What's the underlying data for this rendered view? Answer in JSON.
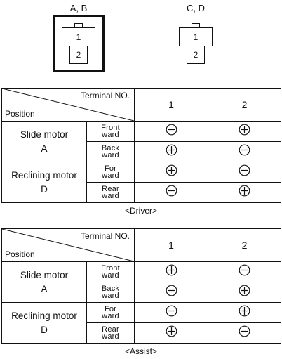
{
  "connectors": [
    {
      "label": "A, B",
      "pin_top": "1",
      "pin_bottom": "2",
      "highlighted": true
    },
    {
      "label": "C, D",
      "pin_top": "1",
      "pin_bottom": "2",
      "highlighted": false
    }
  ],
  "tables": [
    {
      "caption": "<Driver>",
      "header": {
        "terminal": "Terminal NO.",
        "position": "Position",
        "col1": "1",
        "col2": "2"
      },
      "groups": [
        {
          "motor_line1": "Slide motor",
          "motor_line2": "A",
          "rows": [
            {
              "dir_line1": "Front",
              "dir_line2": "ward",
              "t1": "minus",
              "t2": "plus"
            },
            {
              "dir_line1": "Back",
              "dir_line2": "ward",
              "t1": "plus",
              "t2": "minus"
            }
          ]
        },
        {
          "motor_line1": "Reclining motor",
          "motor_line2": "D",
          "rows": [
            {
              "dir_line1": "For",
              "dir_line2": "ward",
              "t1": "plus",
              "t2": "minus"
            },
            {
              "dir_line1": "Rear",
              "dir_line2": "ward",
              "t1": "minus",
              "t2": "plus"
            }
          ]
        }
      ]
    },
    {
      "caption": "<Assist>",
      "header": {
        "terminal": "Terminal NO.",
        "position": "Position",
        "col1": "1",
        "col2": "2"
      },
      "groups": [
        {
          "motor_line1": "Slide motor",
          "motor_line2": "A",
          "rows": [
            {
              "dir_line1": "Front",
              "dir_line2": "ward",
              "t1": "plus",
              "t2": "minus"
            },
            {
              "dir_line1": "Back",
              "dir_line2": "ward",
              "t1": "minus",
              "t2": "plus"
            }
          ]
        },
        {
          "motor_line1": "Reclining motor",
          "motor_line2": "D",
          "rows": [
            {
              "dir_line1": "For",
              "dir_line2": "ward",
              "t1": "minus",
              "t2": "plus"
            },
            {
              "dir_line1": "Rear",
              "dir_line2": "ward",
              "t1": "plus",
              "t2": "minus"
            }
          ]
        }
      ]
    }
  ]
}
